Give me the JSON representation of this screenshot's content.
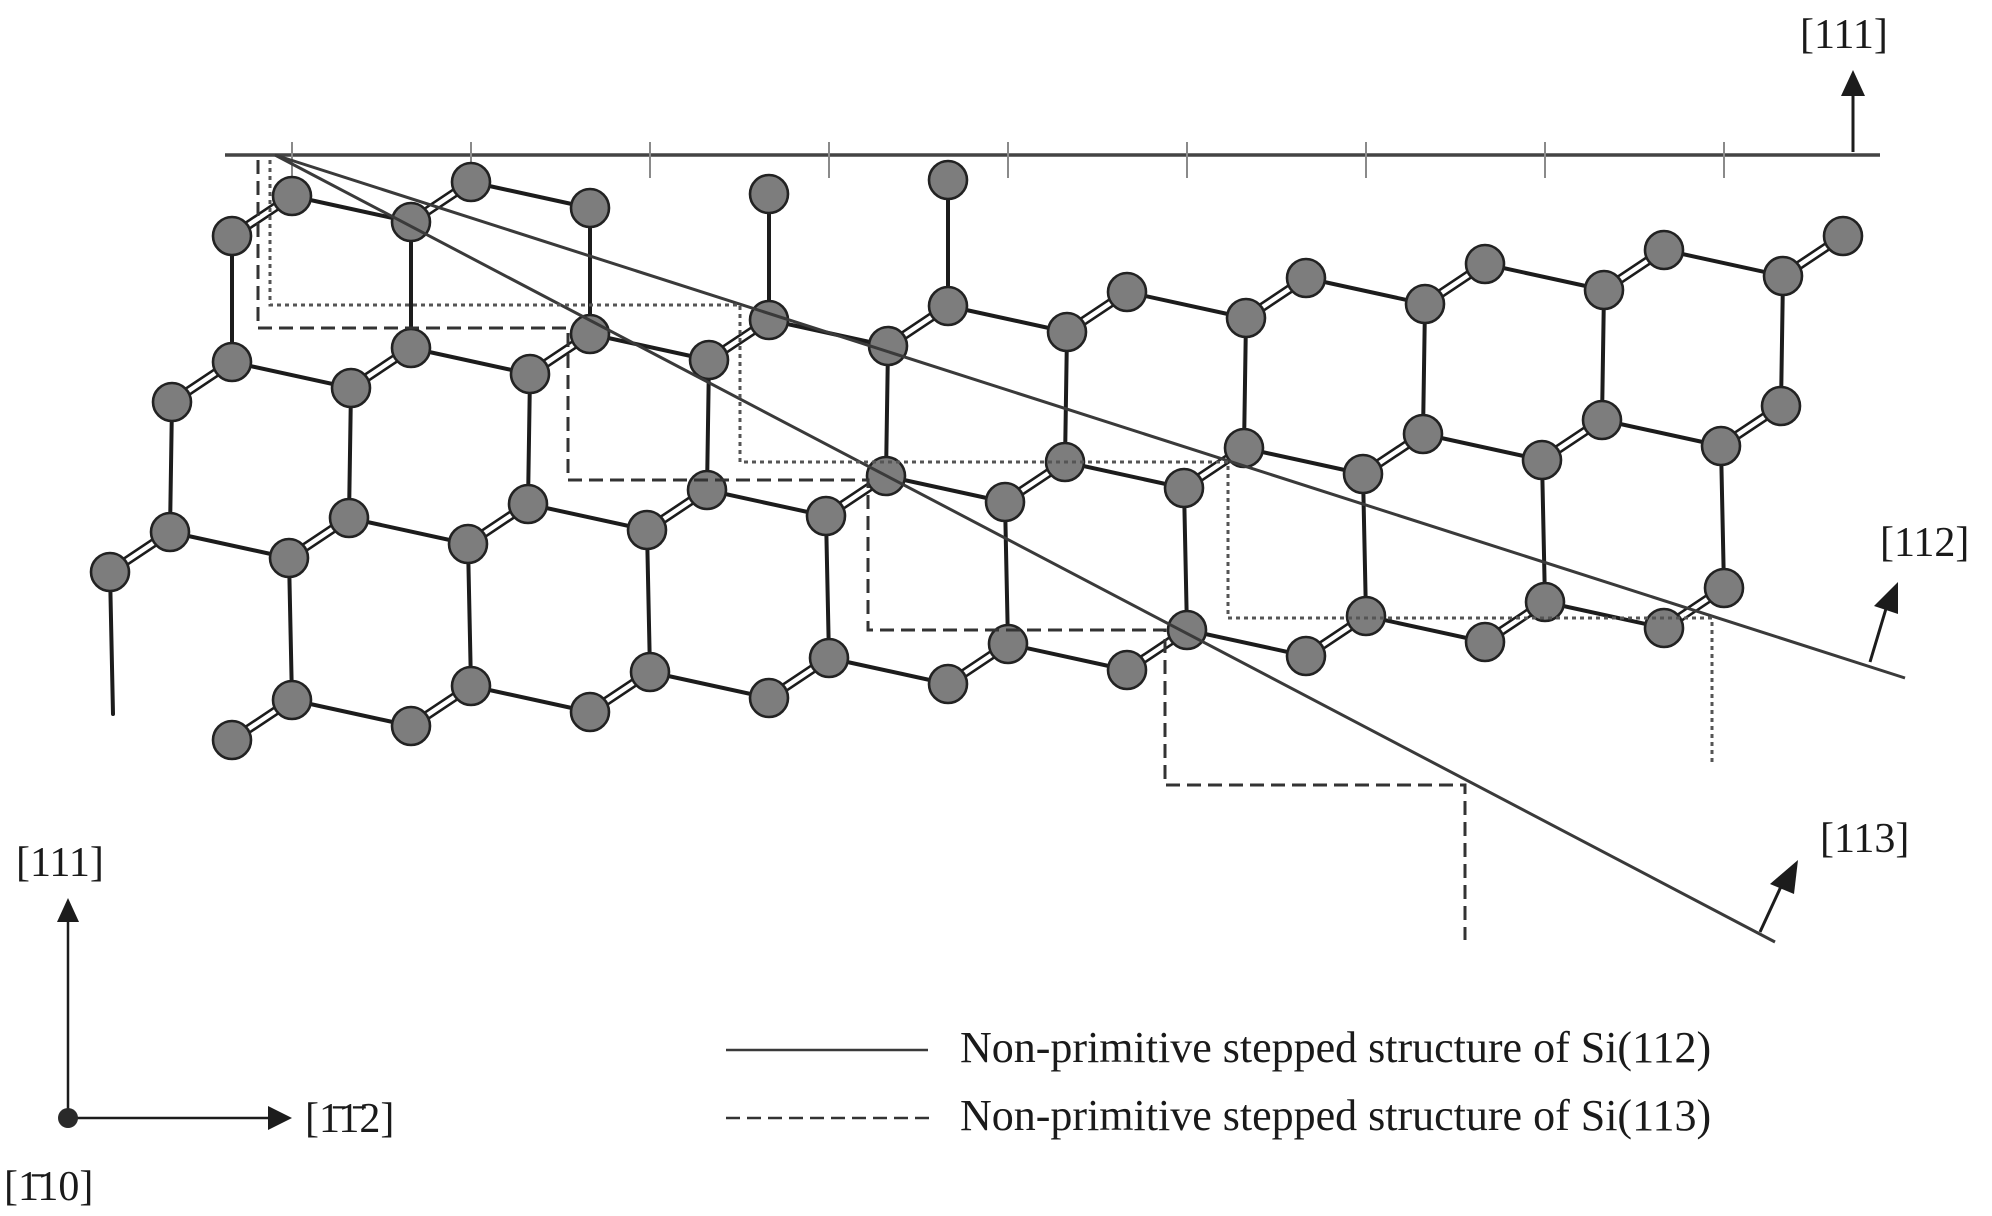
{
  "labels": {
    "top_direction": "[111]",
    "dir_112": "[112]",
    "dir_113": "[113]",
    "axis_vertical": "[111]",
    "axis_horizontal": "[1̄1̄2]",
    "axis_out_of_plane": "[1̄10]"
  },
  "legend": {
    "solid_label": "Non-primitive stepped structure of Si(112)",
    "dashed_label": "Non-primitive stepped structure of Si(113)"
  },
  "colors": {
    "atom_fill": "#7d7d7d",
    "bond": "#1c1c1c",
    "background": "#ffffff"
  }
}
